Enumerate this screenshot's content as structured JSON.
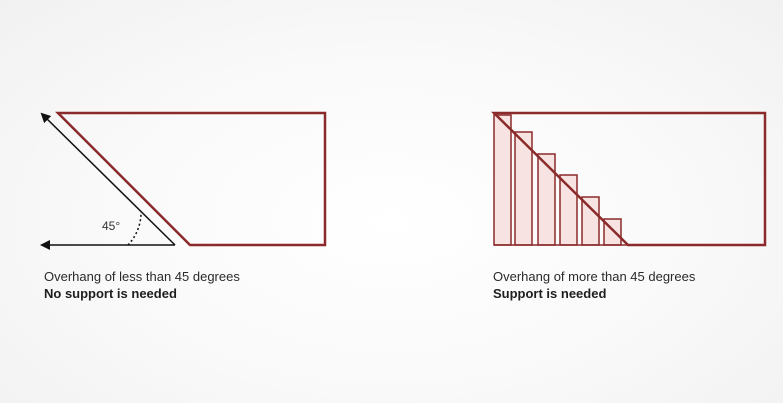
{
  "left_diagram": {
    "angle_label": "45°",
    "caption_line1": "Overhang of less than 45 degrees",
    "caption_line2": "No support is needed"
  },
  "right_diagram": {
    "caption_line1": "Overhang of more than 45 degrees",
    "caption_line2": "Support is needed"
  },
  "colors": {
    "shape_outline": "#8b2a2a",
    "support_fill": "#f7e4e2",
    "arrow": "#111111"
  }
}
